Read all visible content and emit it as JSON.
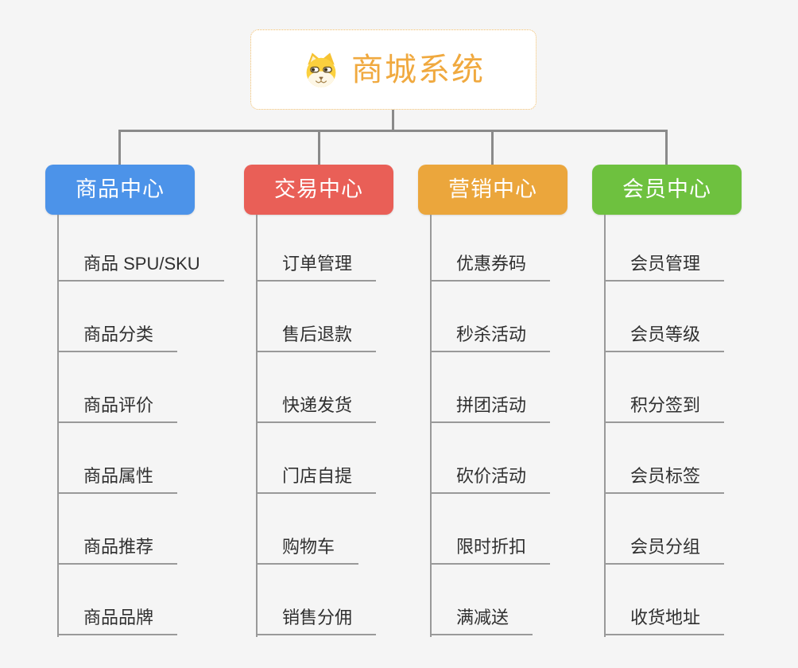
{
  "page": {
    "background_color": "#f5f5f5",
    "connector_color": "#8a8a8a",
    "underline_color": "#999999",
    "item_text_color": "#303030"
  },
  "root": {
    "title": "商城系统",
    "icon": "shiba-dog-icon",
    "text_color": "#f0a93f",
    "border_color": "#f0bd6a",
    "background": "#ffffff"
  },
  "branches": [
    {
      "label": "商品中心",
      "color": "#4c93e9",
      "items": [
        "商品 SPU/SKU",
        "商品分类",
        "商品评价",
        "商品属性",
        "商品推荐",
        "商品品牌"
      ]
    },
    {
      "label": "交易中心",
      "color": "#e95f57",
      "items": [
        "订单管理",
        "售后退款",
        "快递发货",
        "门店自提",
        "购物车",
        "销售分佣"
      ]
    },
    {
      "label": "营销中心",
      "color": "#eba63c",
      "items": [
        "优惠券码",
        "秒杀活动",
        "拼团活动",
        "砍价活动",
        "限时折扣",
        "满减送"
      ]
    },
    {
      "label": "会员中心",
      "color": "#6ec13f",
      "items": [
        "会员管理",
        "会员等级",
        "积分签到",
        "会员标签",
        "会员分组",
        "收货地址"
      ]
    }
  ]
}
